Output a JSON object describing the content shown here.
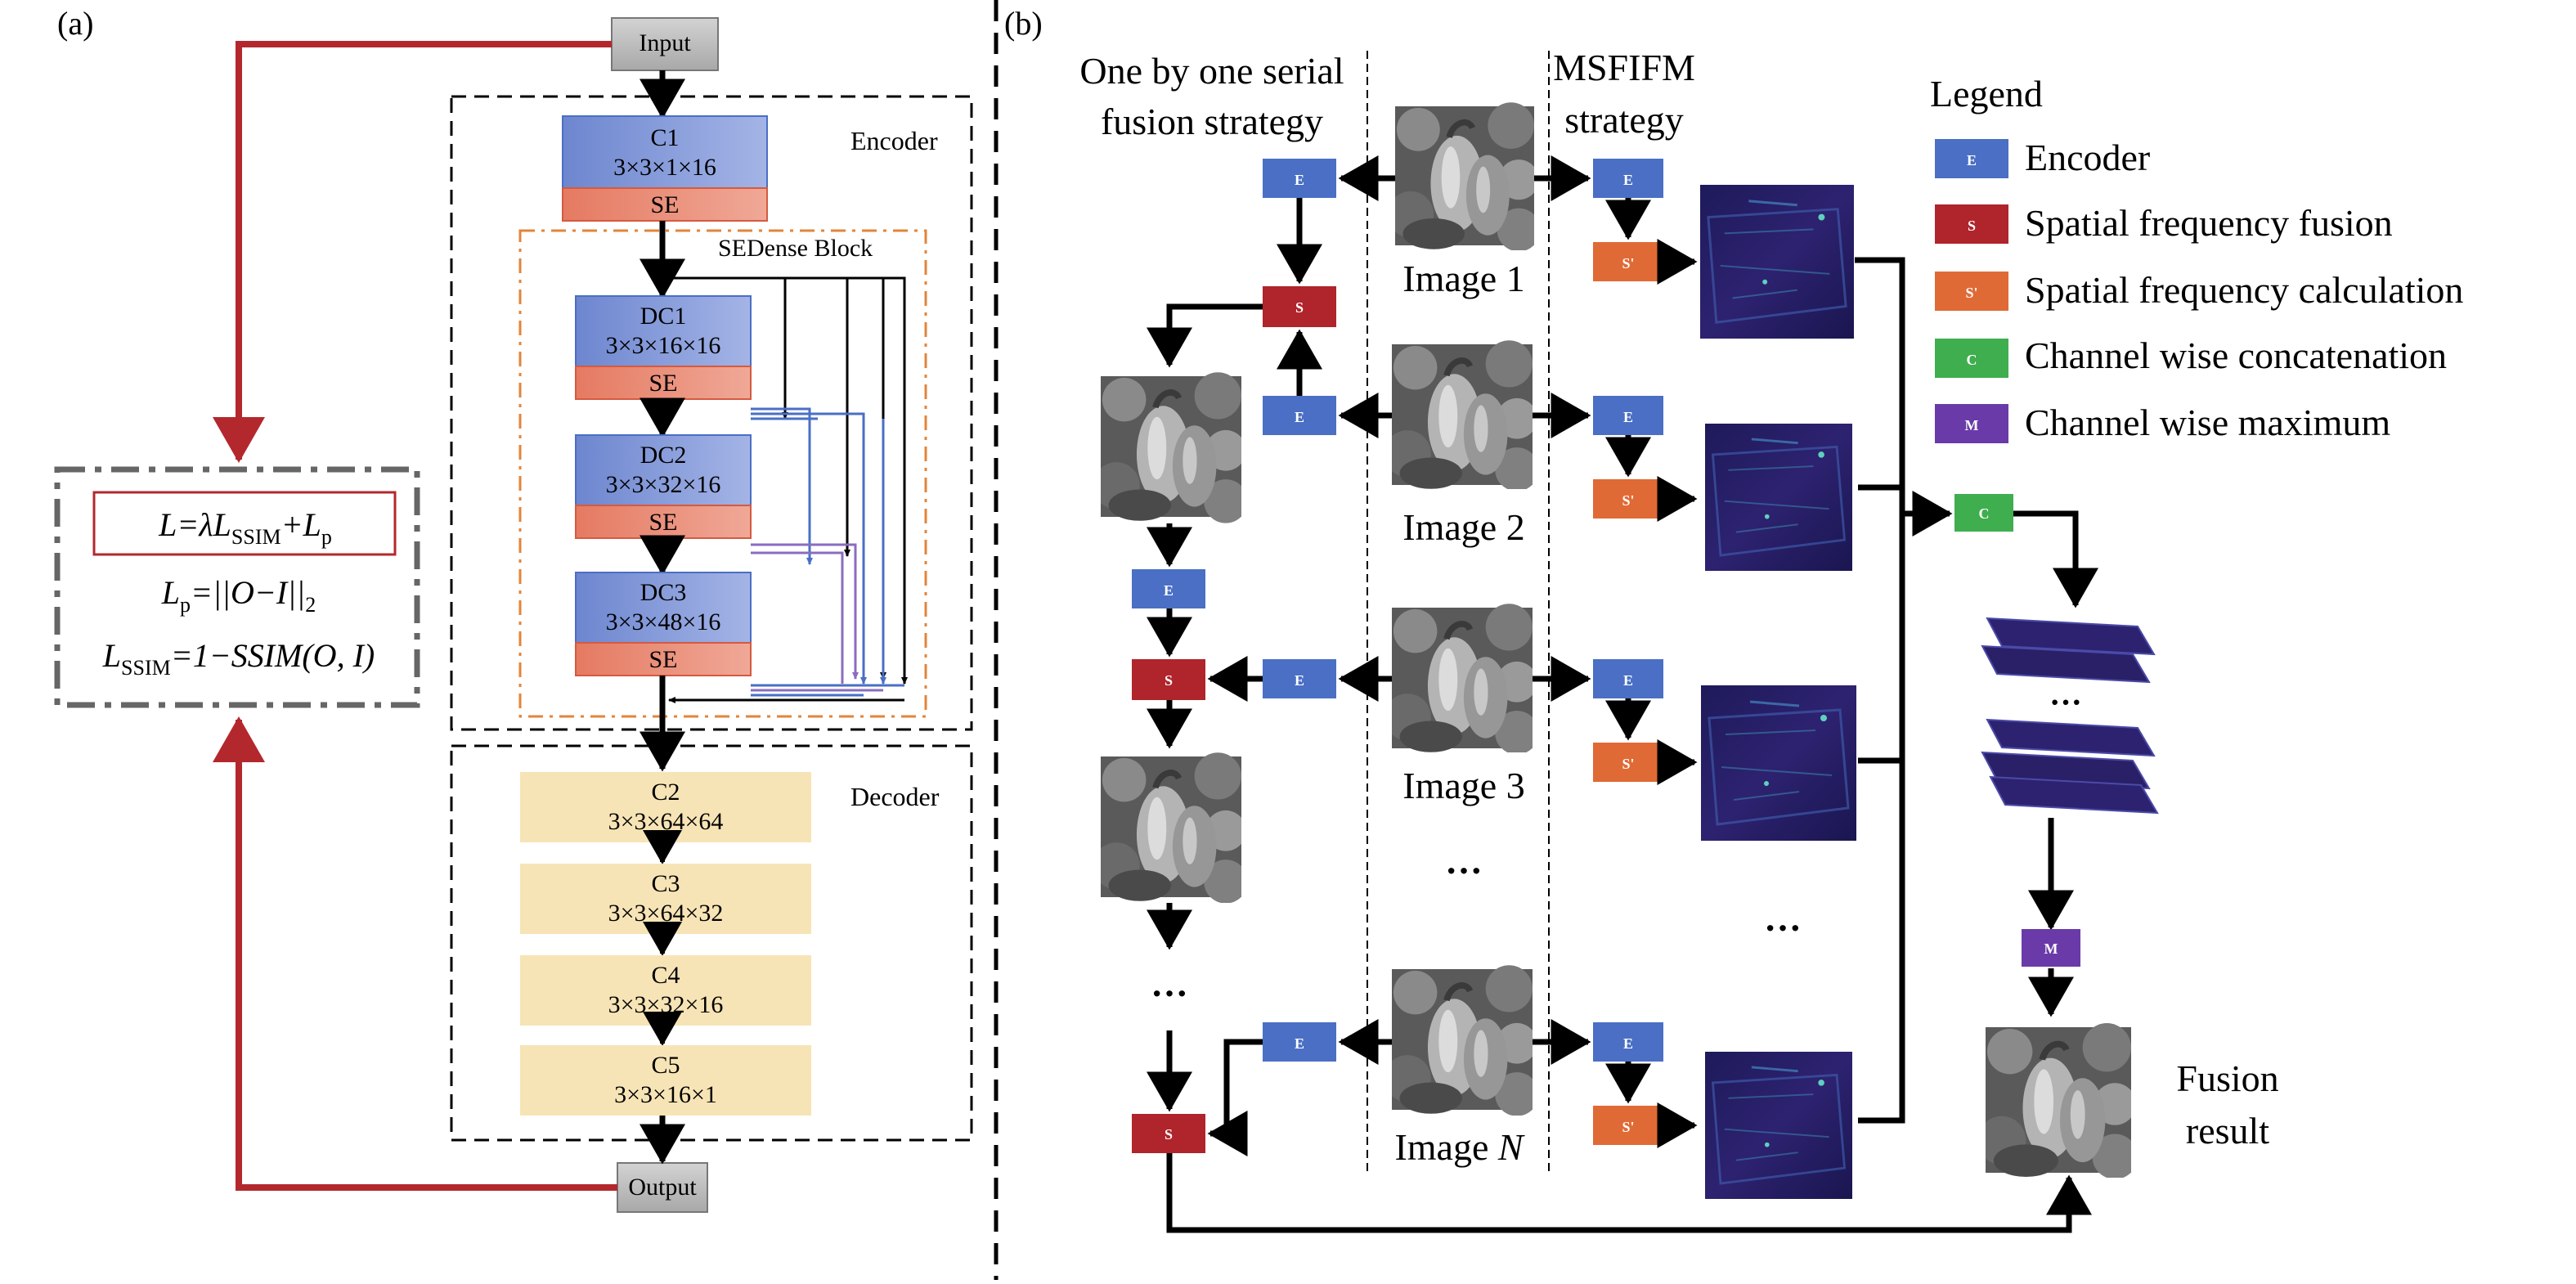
{
  "panel_a": {
    "label": "(a)",
    "input": "Input",
    "output": "Output",
    "encoder": "Encoder",
    "decoder": "Decoder",
    "sedense": "SEDense Block",
    "c1": {
      "name": "C1",
      "dims": "3×3×1×16"
    },
    "se": "SE",
    "dc1": {
      "name": "DC1",
      "dims": "3×3×16×16"
    },
    "dc2": {
      "name": "DC2",
      "dims": "3×3×32×16"
    },
    "dc3": {
      "name": "DC3",
      "dims": "3×3×48×16"
    },
    "c2": {
      "name": "C2",
      "dims": "3×3×64×64"
    },
    "c3": {
      "name": "C3",
      "dims": "3×3×64×32"
    },
    "c4": {
      "name": "C4",
      "dims": "3×3×32×16"
    },
    "c5": {
      "name": "C5",
      "dims": "3×3×16×1"
    },
    "loss": {
      "l1_a": "L=λL",
      "l1_sub": "SSIM",
      "l1_b": "+L",
      "l1_sub2": "p",
      "l2_a": "L",
      "l2_sub": "p",
      "l2_b": "=||O−I||",
      "l2_sub2": "2",
      "l3_a": "L",
      "l3_sub": "SSIM",
      "l3_b": "=1−SSIM(O, I)"
    }
  },
  "panel_b": {
    "label": "(b)",
    "serial_title_1": "One by one serial",
    "serial_title_2": "fusion strategy",
    "msfifm_title_1": "MSFIFM",
    "msfifm_title_2": "strategy",
    "images": [
      "Image 1",
      "Image 2",
      "Image 3"
    ],
    "image_n_prefix": "Image ",
    "image_n_var": "N",
    "ellipsis": "···",
    "fusion_result_1": "Fusion",
    "fusion_result_2": "result",
    "block_labels": {
      "E": "E",
      "S": "S",
      "SP": "S'",
      "C": "C",
      "M": "M"
    },
    "legend": {
      "title": "Legend",
      "items": [
        {
          "key": "E",
          "label": "Encoder",
          "color": "#4a6fc4"
        },
        {
          "key": "S",
          "label": "Spatial frequency fusion",
          "color": "#b0242b"
        },
        {
          "key": "S'",
          "label": "Spatial frequency calculation",
          "color": "#e06a35"
        },
        {
          "key": "C",
          "label": "Channel wise concatenation",
          "color": "#3fae4f"
        },
        {
          "key": "M",
          "label": "Channel wise maximum",
          "color": "#6a3aa8"
        }
      ]
    }
  },
  "colors": {
    "encoder_blue": "#7e95d6",
    "se_salmon": "#e98a73",
    "decoder_yellow": "#f7e4b6",
    "loss_red": "#b3282d",
    "gray_io": "#b9b9b9"
  }
}
